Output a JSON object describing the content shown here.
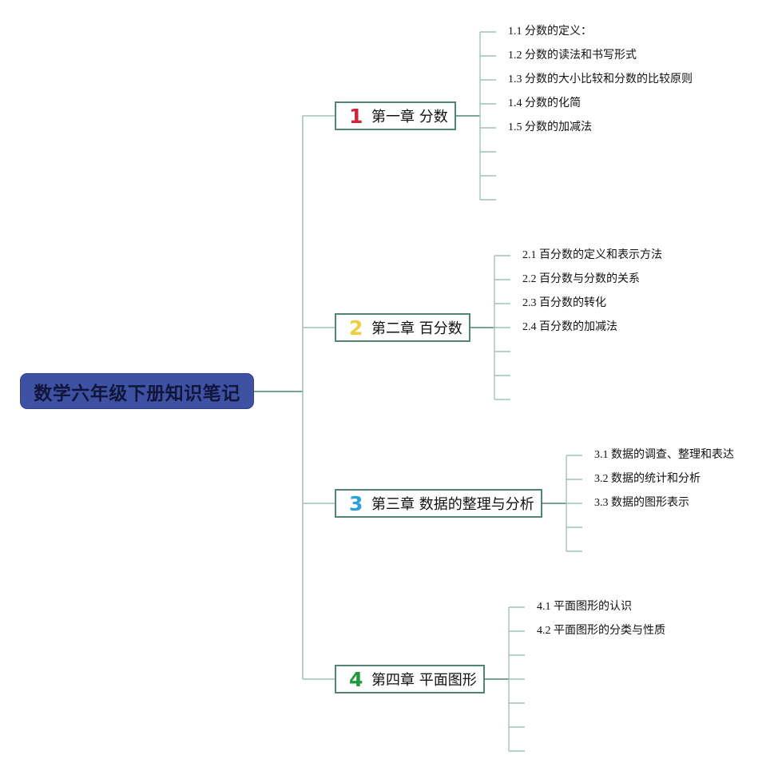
{
  "root": {
    "title": "数学六年级下册知识笔记"
  },
  "chapters": [
    {
      "number": "1",
      "color": "#d0243a",
      "title": "第一章 分数",
      "items": [
        "1.1 分数的定义：",
        "1.2 分数的读法和书写形式",
        "1.3 分数的大小比较和分数的比较原则",
        "1.4 分数的化简",
        "1.5 分数的加减法"
      ]
    },
    {
      "number": "2",
      "color": "#f0cd3c",
      "title": "第二章 百分数",
      "items": [
        "2.1 百分数的定义和表示方法",
        "2.2 百分数与分数的关系",
        "2.3 百分数的转化",
        "2.4 百分数的加减法"
      ]
    },
    {
      "number": "3",
      "color": "#2aa0d8",
      "title": "第三章 数据的整理与分析",
      "items": [
        "3.1 数据的调查、整理和表达",
        "3.2 数据的统计和分析",
        "3.3 数据的图形表示"
      ]
    },
    {
      "number": "4",
      "color": "#1f9a3a",
      "title": "第四章 平面图形",
      "items": [
        "4.1 平面图形的认识",
        "4.2 平面图形的分类与性质"
      ]
    }
  ],
  "colors": {
    "root_fill": "#3f51a3",
    "connector": "#4f8574",
    "leaf_line": "#9ec4b6"
  }
}
